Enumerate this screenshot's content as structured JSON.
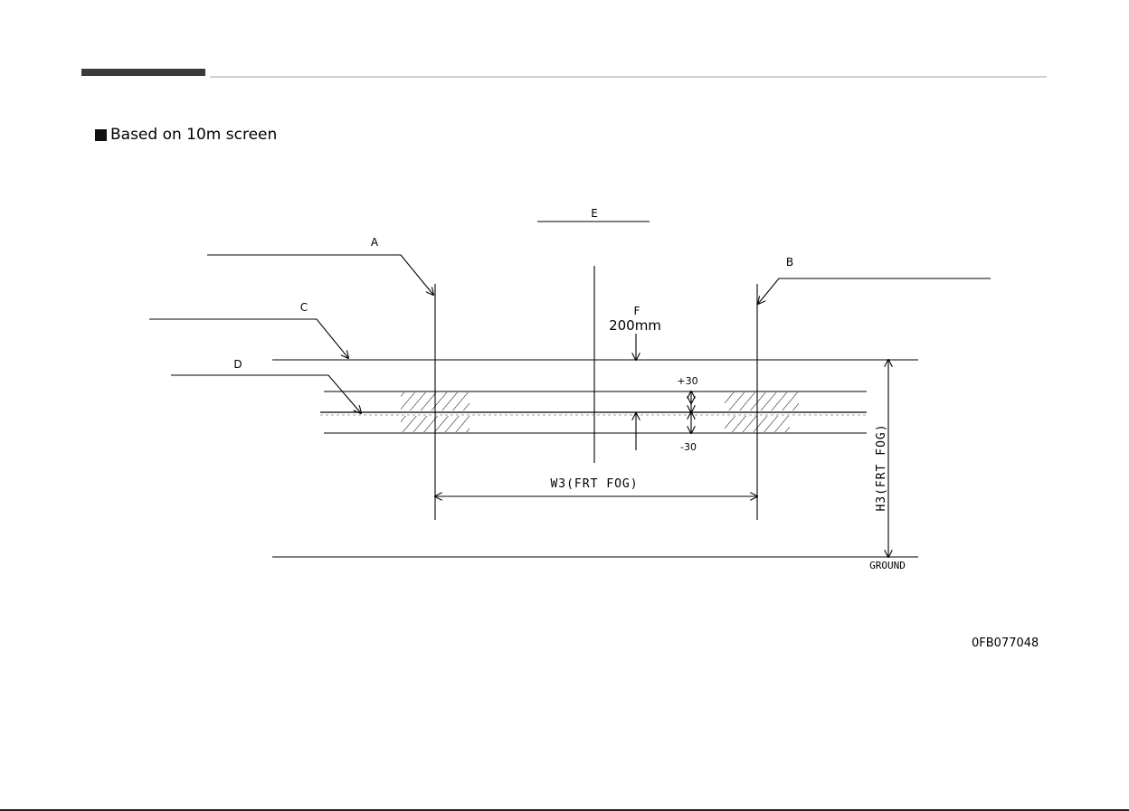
{
  "heading": {
    "bullet_icon": "filled-square-icon",
    "text": "Based on 10m screen"
  },
  "labels": {
    "A": "A",
    "B": "B",
    "C": "C",
    "D": "D",
    "E": "E",
    "F": "F",
    "F_value": "200mm",
    "plus": "+30",
    "minus": "-30",
    "width": "W3(FRT FOG)",
    "height": "H3(FRT FOG)",
    "ground": "GROUND"
  },
  "figure_code": "0FB077048"
}
